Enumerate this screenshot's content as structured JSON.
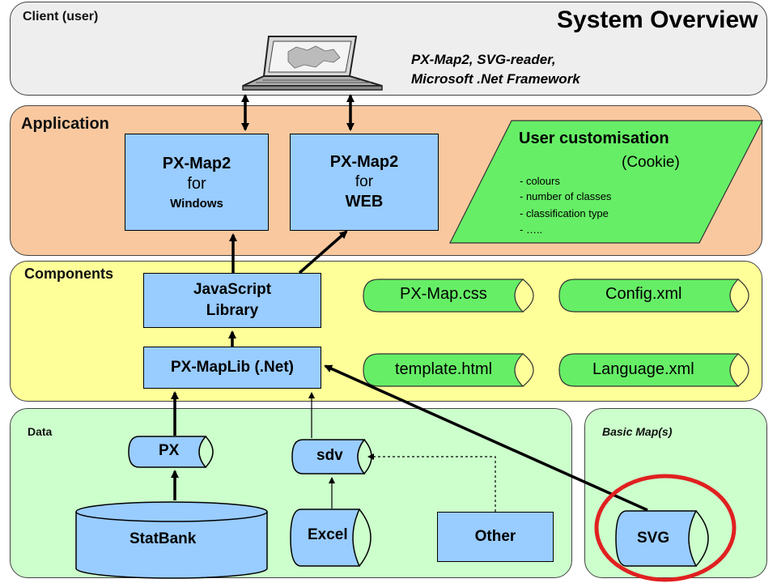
{
  "title": "System Overview",
  "layers": {
    "client": {
      "label": "Client (user)",
      "color": "#eeeeee"
    },
    "application": {
      "label": "Application",
      "color": "#f9c89f"
    },
    "components": {
      "label": "Components",
      "color": "#ffff99"
    },
    "data": {
      "label": "Data",
      "color": "#ccffcc"
    },
    "basic_maps": {
      "label": "Basic Map(s)",
      "color": "#ccffcc"
    }
  },
  "client_software": {
    "line1": "PX-Map2, SVG-reader,",
    "line2": "Microsoft .Net Framework"
  },
  "application": {
    "pxmap_windows": {
      "line1": "PX-Map2",
      "line2": "for",
      "line3": "Windows"
    },
    "pxmap_web": {
      "line1": "PX-Map2",
      "line2": "for",
      "line3": "WEB"
    },
    "user_customisation": {
      "title": "User customisation",
      "subtitle": "(Cookie)",
      "items": [
        "- colours",
        "- number of classes",
        "- classification type",
        "- ….."
      ],
      "color": "#66ee66"
    }
  },
  "components": {
    "javascript_library": {
      "line1": "JavaScript",
      "line2": "Library"
    },
    "pxmaplib": "PX-MapLib (.Net)",
    "files": {
      "pxmap_css": "PX-Map.css",
      "config_xml": "Config.xml",
      "template_html": "template.html",
      "language_xml": "Language.xml"
    },
    "file_color": "#66ee66"
  },
  "data": {
    "px": "PX",
    "sdv": "sdv",
    "statbank": "StatBank",
    "excel": "Excel",
    "other": "Other",
    "box_color": "#99ccff"
  },
  "basic_maps": {
    "svg": "SVG",
    "highlight_color": "#e02020"
  }
}
